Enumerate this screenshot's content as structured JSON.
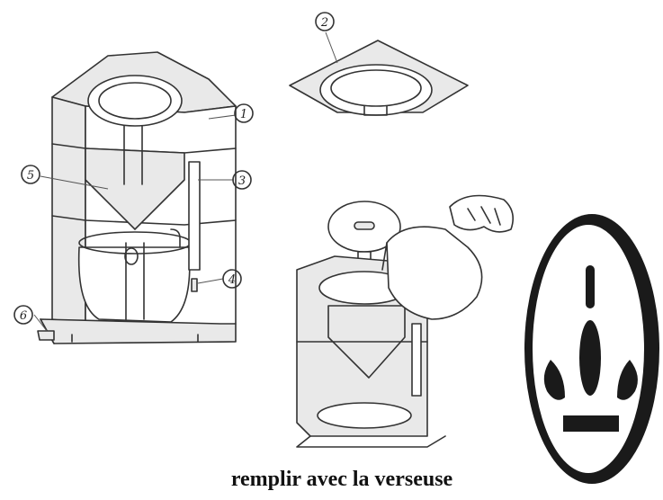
{
  "callouts": [
    {
      "id": "1",
      "label": "1"
    },
    {
      "id": "2",
      "label": "2"
    },
    {
      "id": "3",
      "label": "3"
    },
    {
      "id": "4",
      "label": "4"
    },
    {
      "id": "5",
      "label": "5"
    },
    {
      "id": "6",
      "label": "6"
    }
  ],
  "caption": "remplir avec la verseuse",
  "icons": {
    "main_figure": "coffee-maker-icon",
    "filter_cover": "filter-cover-icon",
    "filling_figure": "filling-with-jug-icon",
    "symbol": "hot-coffee-symbol-icon"
  }
}
